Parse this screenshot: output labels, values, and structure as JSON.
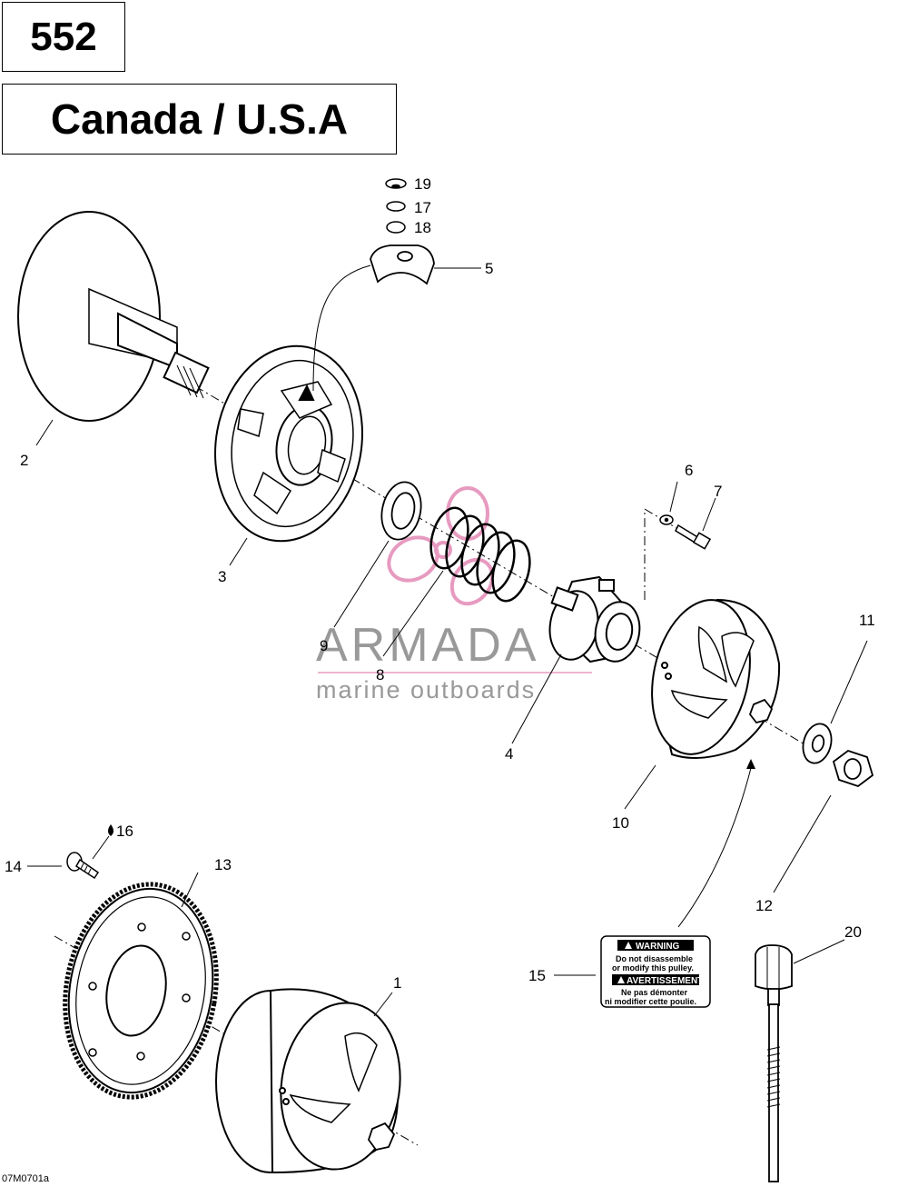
{
  "header": {
    "model": "552",
    "region": "Canada / U.S.A"
  },
  "callouts": [
    "1",
    "2",
    "3",
    "4",
    "5",
    "6",
    "7",
    "8",
    "9",
    "10",
    "11",
    "12",
    "13",
    "14",
    "15",
    "16",
    "17",
    "18",
    "19",
    "20"
  ],
  "watermark": {
    "brand": "ARMADA",
    "tagline": "marine outboards",
    "accent_color": "#e79ac0"
  },
  "warning_label": {
    "heading_en": "WARNING",
    "line1_en": "Do not disassemble",
    "line2_en": "or modify this pulley.",
    "heading_fr": "AVERTISSEMENT",
    "line1_fr": "Ne pas démonter",
    "line2_fr": "ni modifier cette poulie."
  },
  "figure_ref": "07M0701a"
}
